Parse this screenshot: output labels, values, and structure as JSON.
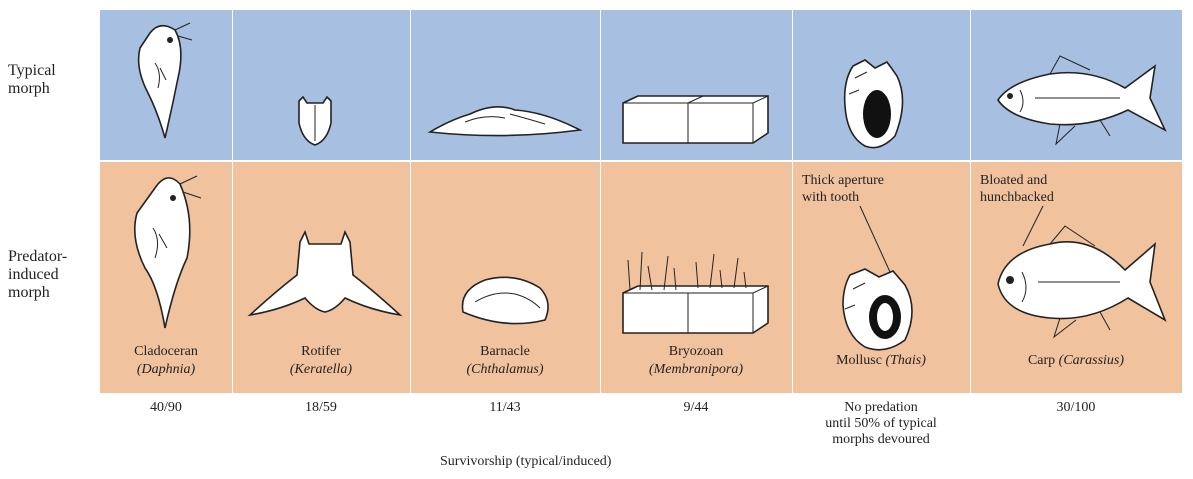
{
  "row_labels": {
    "typical": [
      "Typical",
      "morph"
    ],
    "induced": [
      "Predator-",
      "induced",
      "morph"
    ]
  },
  "organisms": [
    {
      "common": "Cladoceran",
      "latin": "(Daphnia)",
      "survivorship": "40/90"
    },
    {
      "common": "Rotifer",
      "latin": "(Keratella)",
      "survivorship": "18/59"
    },
    {
      "common": "Barnacle",
      "latin": "(Chthalamus)",
      "survivorship": "11/43"
    },
    {
      "common": "Bryozoan",
      "latin": "(Membranipora)",
      "survivorship": "9/44"
    },
    {
      "common": "Mollusc",
      "latin": "(Thais)",
      "survivorship": [
        "No predation",
        "until 50% of typical",
        "morphs devoured"
      ]
    },
    {
      "common": "Carp",
      "latin": "(Carassius)",
      "survivorship": "30/100"
    }
  ],
  "annotations": {
    "mollusc": [
      "Thick aperture",
      "with tooth"
    ],
    "carp": [
      "Bloated and",
      "hunchbacked"
    ]
  },
  "caption": "Survivorship (typical/induced)",
  "colors": {
    "typical_row": "#a7bfe0",
    "induced_row": "#f1c29e"
  }
}
